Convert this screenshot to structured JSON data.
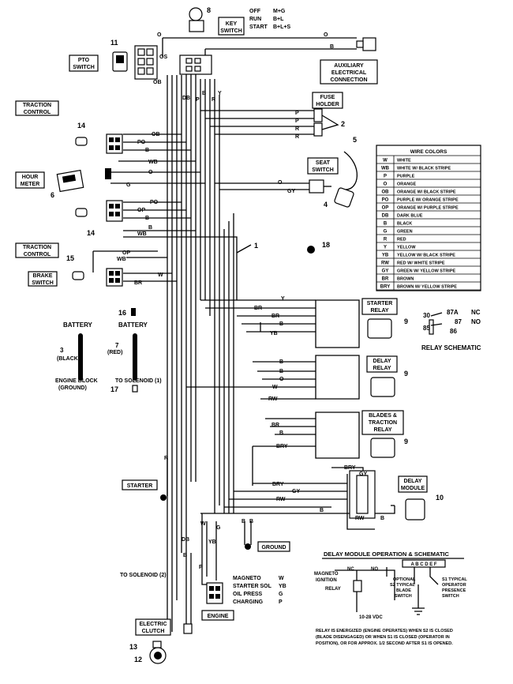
{
  "key_switch": {
    "number": "8",
    "label_line1": "KEY",
    "label_line2": "SWITCH",
    "positions": [
      {
        "name": "OFF",
        "value": "M+G"
      },
      {
        "name": "RUN",
        "value": "B+L"
      },
      {
        "name": "START",
        "value": "B+L+S"
      }
    ]
  },
  "pto_switch": {
    "number": "11",
    "label_line1": "PTO",
    "label_line2": "SWITCH"
  },
  "auxiliary": {
    "line1": "AUXILIARY",
    "line2": "ELECTRICAL",
    "line3": "CONNECTION"
  },
  "fuse_holder": {
    "line1": "FUSE",
    "line2": "HOLDER",
    "number": "2"
  },
  "traction_control_1": {
    "line1": "TRACTION",
    "line2": "CONTROL",
    "number": "14"
  },
  "hour_meter": {
    "line1": "HOUR",
    "line2": "METER",
    "number": "6"
  },
  "seat_switch": {
    "line1": "SEAT",
    "line2": "SWITCH",
    "number": "4",
    "wire_number": "5"
  },
  "traction_control_2": {
    "line1": "TRACTION",
    "line2": "CONTROL",
    "number": "14"
  },
  "brake_switch": {
    "line1": "BRAKE",
    "line2": "SWITCH",
    "number": "15"
  },
  "harness": {
    "number": "1",
    "grommet_number": "18"
  },
  "wire_colors": {
    "title": "WIRE COLORS",
    "rows": [
      {
        "code": "W",
        "name": "WHITE"
      },
      {
        "code": "WB",
        "name": "WHITE W/ BLACK STRIPE"
      },
      {
        "code": "P",
        "name": "PURPLE"
      },
      {
        "code": "O",
        "name": "ORANGE"
      },
      {
        "code": "OB",
        "name": "ORANGE W/ BLACK STRIPE"
      },
      {
        "code": "PO",
        "name": "PURPLE W/ ORANGE STRIPE"
      },
      {
        "code": "OP",
        "name": "ORANGE W/ PURPLE STRIPE"
      },
      {
        "code": "DB",
        "name": "DARK BLUE"
      },
      {
        "code": "B",
        "name": "BLACK"
      },
      {
        "code": "G",
        "name": "GREEN"
      },
      {
        "code": "R",
        "name": "RED"
      },
      {
        "code": "Y",
        "name": "YELLOW"
      },
      {
        "code": "YB",
        "name": "YELLOW W/ BLACK STRIPE"
      },
      {
        "code": "RW",
        "name": "RED W/ WHITE STRIPE"
      },
      {
        "code": "GY",
        "name": "GREEN W/ YELLOW STRIPE"
      },
      {
        "code": "BR",
        "name": "BROWN"
      },
      {
        "code": "BRY",
        "name": "BROWN W/ YELLOW STRIPE"
      }
    ]
  },
  "batteries": {
    "left_label": "BATTERY",
    "right_label": "BATTERY",
    "left_number": "3",
    "left_color": "(BLACK)",
    "right_number": "7",
    "right_color": "(RED)",
    "left_dest_line1": "ENGINE BLOCK",
    "left_dest_line2": "(GROUND)",
    "right_dest": "TO SOLENOID (1)",
    "num16": "16",
    "num17": "17"
  },
  "starter_relay": {
    "line1": "STARTER",
    "line2": "RELAY",
    "number": "9"
  },
  "delay_relay": {
    "line1": "DELAY",
    "line2": "RELAY",
    "number": "9"
  },
  "blades_relay": {
    "line1": "BLADES &",
    "line2": "TRACTION",
    "line3": "RELAY",
    "number": "9"
  },
  "relay_schematic": {
    "title": "RELAY SCHEMATIC",
    "p30": "30",
    "p87a": "87A",
    "nc": "NC",
    "p87": "87",
    "no": "NO",
    "p85": "85",
    "p86": "86"
  },
  "delay_module": {
    "line1": "DELAY",
    "line2": "MODULE",
    "number": "10"
  },
  "starter": {
    "label": "STARTER"
  },
  "ground": {
    "label": "GROUND"
  },
  "to_solenoid_2": "TO SOLENOID (2)",
  "engine": {
    "label": "ENGINE",
    "terminals": [
      {
        "name": "MAGNETO",
        "code": "W"
      },
      {
        "name": "STARTER SOL",
        "code": "YB"
      },
      {
        "name": "OIL PRESS",
        "code": "G"
      },
      {
        "name": "CHARGING",
        "code": "P"
      }
    ]
  },
  "electric_clutch": {
    "line1": "ELECTRIC",
    "line2": "CLUTCH",
    "num13": "13",
    "num12": "12"
  },
  "module_schematic": {
    "title": "DELAY MODULE OPERATION & SCHEMATIC",
    "magneto_line1": "MAGNETO",
    "magneto_line2": "IGNITION",
    "nc": "NC",
    "no": "NO",
    "pins": "A B C D E F",
    "relay": "RELAY",
    "s2_line1": "OPTIONAL",
    "s2_line2": "S2 TYPICAL",
    "s2_line3": "BLADE",
    "s2_line4": "SWITCH",
    "s1_line1": "S1 TYPICAL",
    "s1_line2": "OPERATOR",
    "s1_line3": "PRESENCE",
    "s1_line4": "SWITCH",
    "voltage": "10-28 VDC",
    "note_line1": "RELAY IS ENERGIZED (ENGINE OPERATES) WHEN S2 IS CLOSED",
    "note_line2": "(BLADE DISENGAGED) OR WHEN S1 IS CLOSED (OPERATOR IN",
    "note_line3": "POSITION), OR FOR APPROX. 1/2 SECOND AFTER S1 IS OPENED."
  },
  "wire_labels": {
    "o": "O",
    "b": "B",
    "os": "OS",
    "ob": "OB",
    "db": "DB",
    "p": "P",
    "r": "R",
    "y": "Y",
    "po": "PO",
    "wb": "WB",
    "g": "G",
    "op": "OP",
    "gy": "GY",
    "w": "W",
    "br": "BR",
    "yb": "YB",
    "rw": "RW",
    "bry": "BRY"
  }
}
